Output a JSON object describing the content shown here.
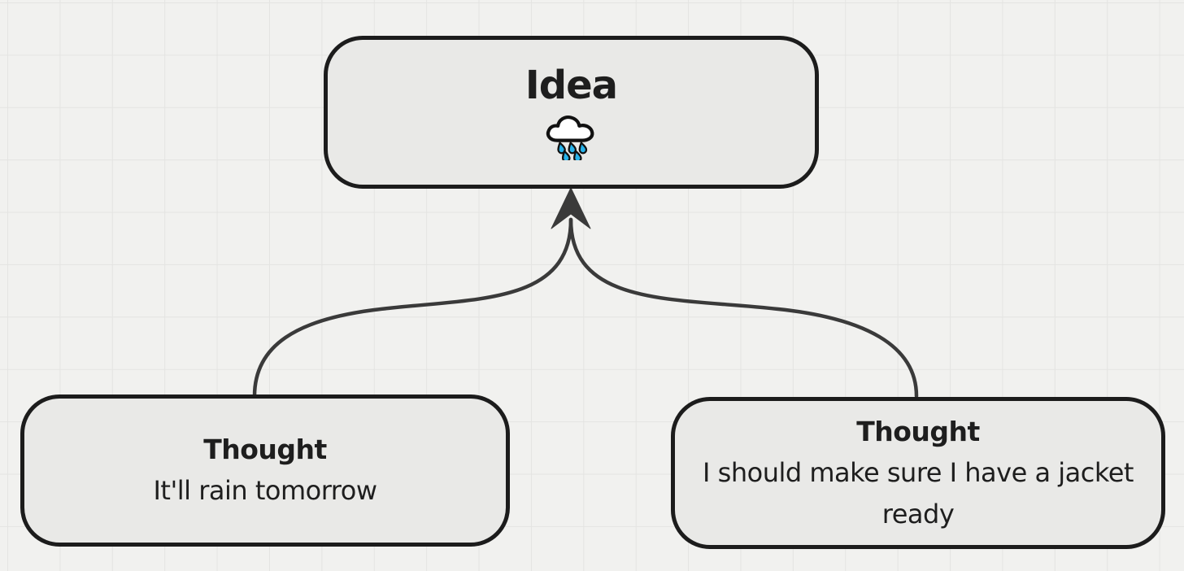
{
  "diagram": {
    "idea_node": {
      "title": "Idea",
      "icon": "rain-cloud-icon"
    },
    "thought_left": {
      "title": "Thought",
      "body": "It'll rain tomorrow"
    },
    "thought_right": {
      "title": "Thought",
      "body": "I should make sure I have a jacket ready"
    },
    "edges": [
      {
        "from": "thought_left",
        "to": "idea_node",
        "style": "curved-arrow"
      },
      {
        "from": "thought_right",
        "to": "idea_node",
        "style": "curved-arrow"
      }
    ]
  },
  "colors": {
    "background": "#f1f1ef",
    "grid_line": "#e4e4e2",
    "node_fill": "#e9e9e7",
    "node_border": "#1c1c1c",
    "edge_stroke": "#3a3a3a",
    "text": "#1e1e1e",
    "raindrop_blue": "#26b2ea"
  }
}
